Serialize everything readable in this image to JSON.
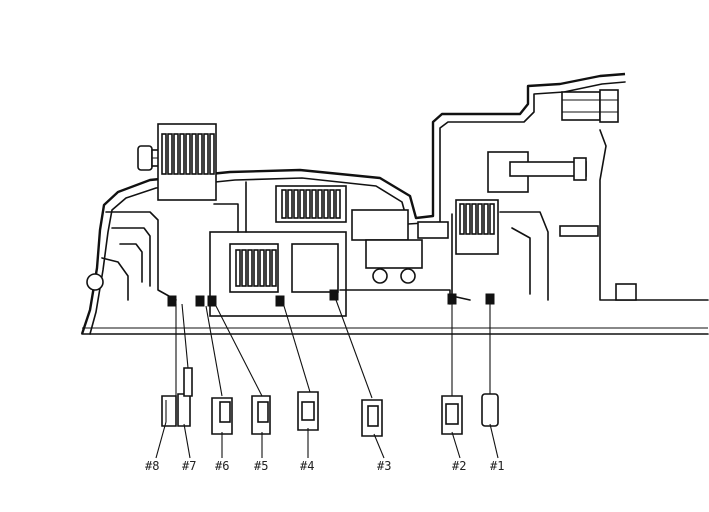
{
  "callouts": [
    {
      "label": "#8"
    },
    {
      "label": "#7"
    },
    {
      "label": "#6"
    },
    {
      "label": "#5"
    },
    {
      "label": "#4"
    },
    {
      "label": "#3"
    },
    {
      "label": "#2"
    },
    {
      "label": "#1"
    }
  ]
}
